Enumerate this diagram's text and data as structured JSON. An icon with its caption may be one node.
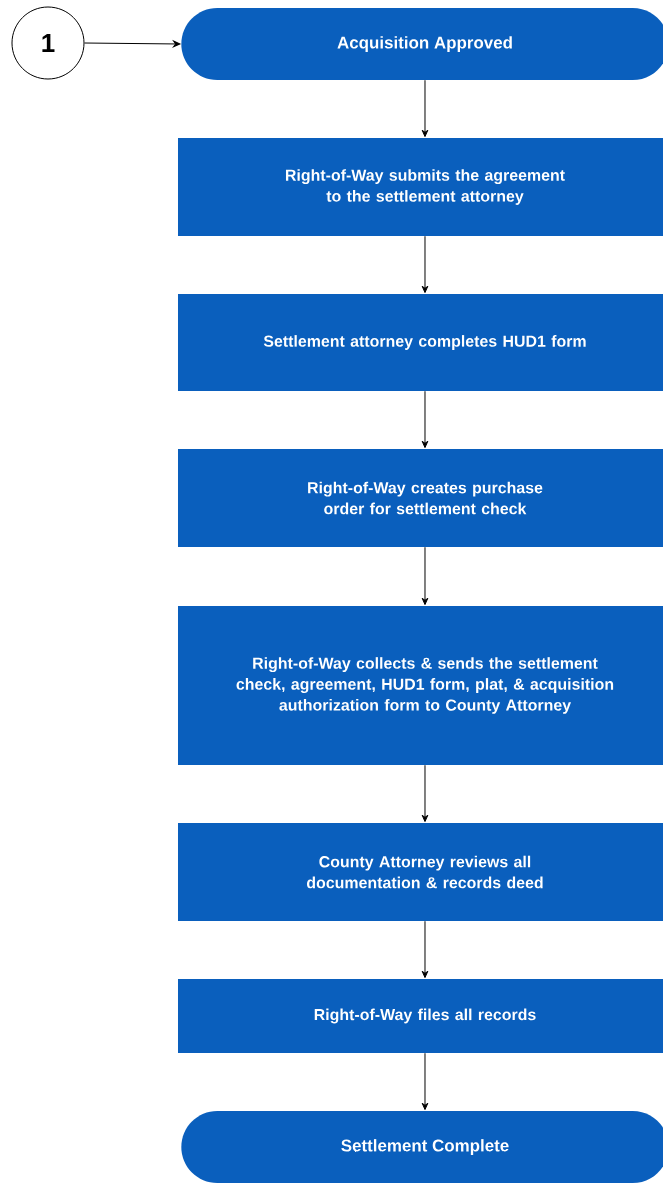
{
  "diagram": {
    "nodes": [
      {
        "text": [
          "1"
        ]
      },
      {
        "text": [
          "Acquisition Approved"
        ]
      },
      {
        "text": [
          "Right-of-Way submits the agreement to the settlement attorney"
        ]
      },
      {
        "text": [
          "Settlement attorney completes HUD1 form"
        ]
      },
      {
        "text": [
          "Right-of-Way creates purchase order for settlement check"
        ]
      },
      {
        "text": [
          "Right-of-Way collects & sends the settlement check, agreement, HUD1 form, plat, & acquisition authorization form to County Attorney"
        ]
      },
      {
        "text": [
          "County Attorney reviews all documentation & records deed"
        ]
      },
      {
        "text": [
          "Right-of-Way files all records"
        ]
      },
      {
        "text": [
          "Settlement Complete"
        ]
      }
    ],
    "edges": [
      {
        "from": 0,
        "to": 1,
        "arrow": "to"
      },
      {
        "from": 1,
        "to": 2,
        "arrow": "to"
      },
      {
        "from": 2,
        "to": 3,
        "arrow": "to"
      },
      {
        "from": 3,
        "to": 4,
        "arrow": "to"
      },
      {
        "from": 4,
        "to": 5,
        "arrow": "to"
      },
      {
        "from": 5,
        "to": 6,
        "arrow": "to"
      },
      {
        "from": 6,
        "to": 7,
        "arrow": "to"
      },
      {
        "from": 7,
        "to": 8,
        "arrow": "to"
      }
    ]
  }
}
